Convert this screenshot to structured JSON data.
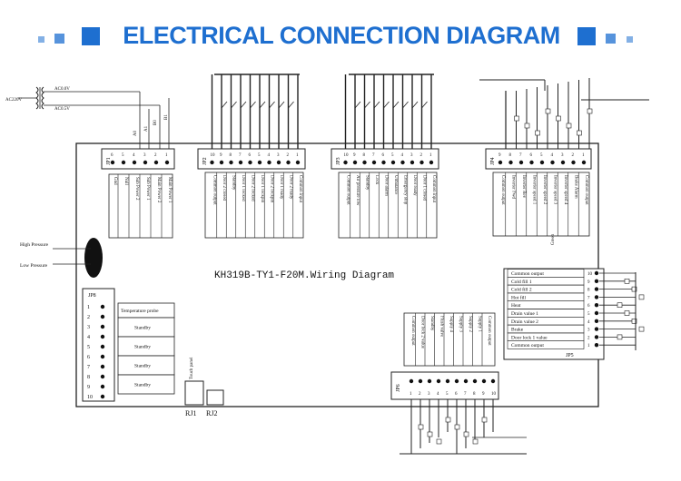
{
  "header": {
    "title": "ELECTRICAL CONNECTION DIAGRAM",
    "accent_color": "#1e6fd0"
  },
  "board": {
    "title": "KH319B-TY1-F20M.Wiring Diagram"
  },
  "power": {
    "supply_label": "AC220V",
    "line_labels": [
      "AC0.0V",
      "AC0.5V"
    ],
    "wire_labels": [
      "A0",
      "A1",
      "B0",
      "B1"
    ]
  },
  "pressure": {
    "high": "High Pressure",
    "low": "Low Pressure"
  },
  "jp1": {
    "name": "JP1",
    "pins": [
      "6",
      "5",
      "4",
      "3",
      "2",
      "1"
    ],
    "labels": [
      "Gnd",
      "Null",
      "Sub Power 2",
      "Sub Power 1",
      "Main Power 2",
      "Main Power 1"
    ]
  },
  "jp2": {
    "name": "JP2",
    "pins": [
      "10",
      "9",
      "8",
      "7",
      "6",
      "5",
      "4",
      "3",
      "2",
      "1"
    ],
    "labels": [
      "Common output",
      "Door 2 closed",
      "Standby",
      "Door 1 locked",
      "Door 2 locked",
      "Door 1 lockpin",
      "Door 2 lockpin",
      "Door 1 ready",
      "Door 2 ready",
      "Common input"
    ]
  },
  "jp3": {
    "name": "JP3",
    "pins": [
      "10",
      "9",
      "8",
      "7",
      "6",
      "5",
      "4",
      "3",
      "2",
      "1"
    ],
    "labels": [
      "Common output",
      "Air pressure low",
      "Standby",
      "Lock",
      "Door alarm",
      "Unbalance",
      "Emergency stop",
      "Door ready",
      "Door 1 closed",
      "Common input"
    ]
  },
  "jp4": {
    "name": "JP4",
    "side_label": "Green",
    "pins": [
      "9",
      "8",
      "7",
      "6",
      "5",
      "4",
      "3",
      "2",
      "1"
    ],
    "labels": [
      "Common output",
      "Inverter Fwd",
      "Inverter Rev",
      "Inverter speed 1",
      "Inverter speed 2",
      "Inverter speed 3",
      "Inverter speed 4",
      "Brake Alarm",
      "Common output"
    ]
  },
  "jp5": {
    "name": "JP5",
    "pins": [
      "10",
      "9",
      "8",
      "7",
      "6",
      "5",
      "4",
      "3",
      "2",
      "1"
    ],
    "labels": [
      "Common output",
      "Cold fill 1",
      "Cold fill 2",
      "Hot fill",
      "Heat",
      "Drain value 1",
      "Drain value 2",
      "Brake",
      "Door lock 1 value",
      "Common output"
    ]
  },
  "jp6": {
    "name": "JP6",
    "pins": [
      "1",
      "2",
      "3",
      "4",
      "5",
      "6",
      "7",
      "8",
      "9",
      "10"
    ],
    "labels": [
      "Common output",
      "Door lock 2 value",
      "Standby",
      "Flush valve",
      "Supply 4",
      "Supply 3",
      "Supply 2",
      "Supply 1",
      "Common output"
    ]
  },
  "jp8": {
    "name": "JP8",
    "pins": [
      "1",
      "2",
      "3",
      "4",
      "5",
      "6",
      "7",
      "8",
      "9",
      "10"
    ],
    "labels": [
      "Temperature probe",
      "Standby",
      "Standby",
      "Standby",
      "Standby"
    ]
  },
  "rj": {
    "touch_panel": "Touch panel",
    "labels": [
      "RJ1",
      "RJ2"
    ]
  }
}
